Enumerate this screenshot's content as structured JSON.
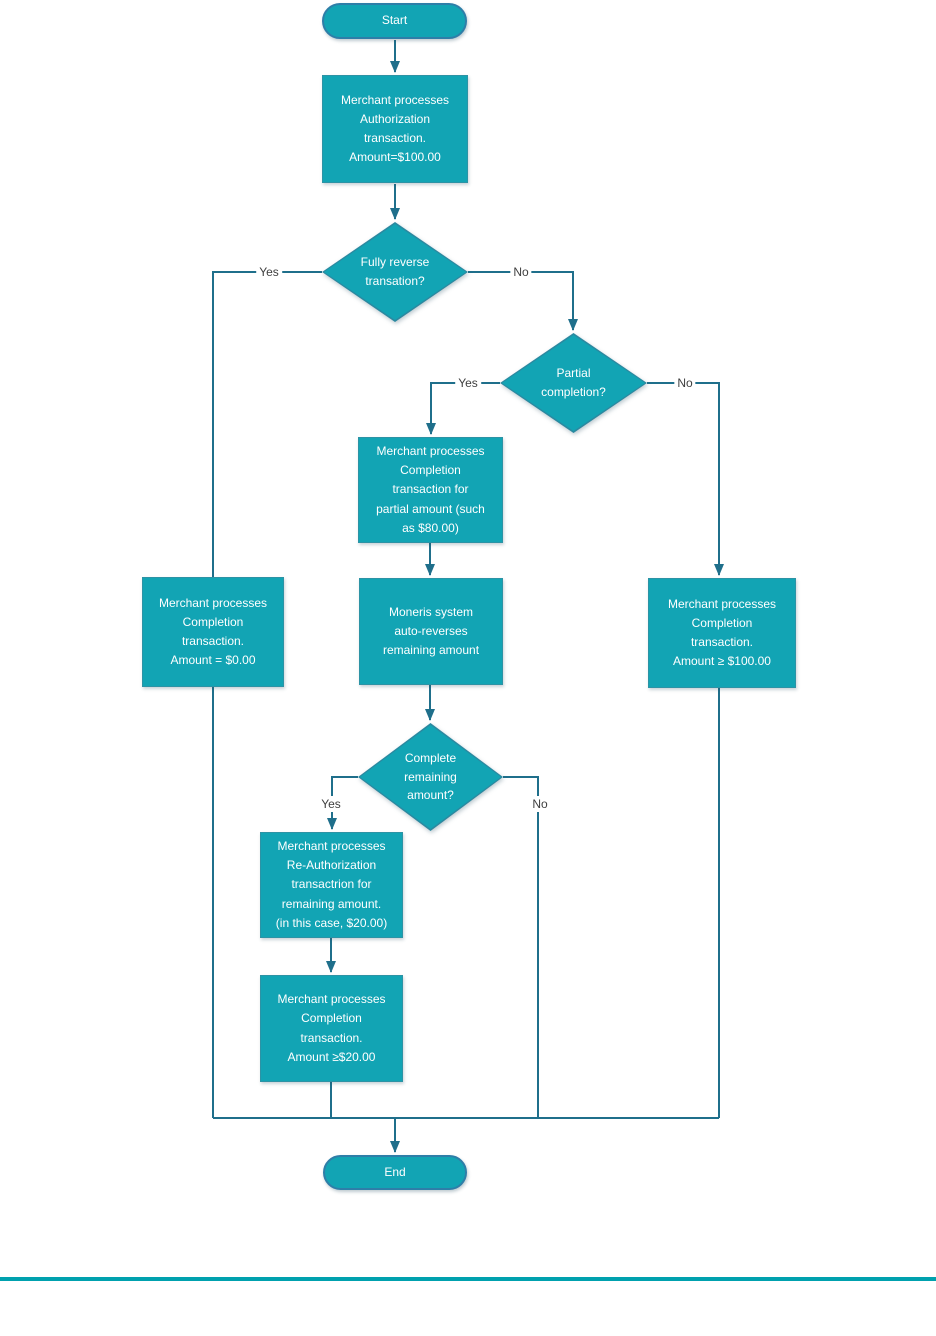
{
  "flowchart": {
    "description": "Pre-authorization completion flowchart",
    "nodes": {
      "start": {
        "type": "terminator",
        "label": "Start"
      },
      "authorization": {
        "type": "process",
        "label": "Merchant processes\nAuthorization\ntransaction.\nAmount=$100.00"
      },
      "fully_reverse": {
        "type": "decision",
        "label": "Fully reverse\ntransation?"
      },
      "completion_zero": {
        "type": "process",
        "label": "Merchant processes\nCompletion\ntransaction.\nAmount = $0.00"
      },
      "partial_completion": {
        "type": "decision",
        "label": "Partial\ncompletion?"
      },
      "partial_amount": {
        "type": "process",
        "label": "Merchant processes\nCompletion\ntransaction for\npartial amount (such\nas $80.00)"
      },
      "auto_reverse": {
        "type": "process",
        "label": "Moneris system\nauto-reverses\nremaining amount"
      },
      "completion_full": {
        "type": "process",
        "label": "Merchant processes\nCompletion\ntransaction.\nAmount ≥ $100.00"
      },
      "complete_remaining": {
        "type": "decision",
        "label": "Complete\nremaining\namount?"
      },
      "reauthorization": {
        "type": "process",
        "label": "Merchant processes\nRe-Authorization\ntransactrion for\nremaining amount.\n(in this case, $20.00)"
      },
      "completion_twenty": {
        "type": "process",
        "label": "Merchant processes\nCompletion\ntransaction.\nAmount ≥$20.00"
      },
      "end": {
        "type": "terminator",
        "label": "End"
      }
    },
    "edge_labels": {
      "d1_yes": "Yes",
      "d1_no": "No",
      "d2_yes": "Yes",
      "d2_no": "No",
      "d3_yes": "Yes",
      "d3_no": "No"
    },
    "colors": {
      "node_fill": "#12a4b4",
      "node_border": "#2b89a0",
      "terminator_border": "#2e7ea8",
      "connector": "#1f6f8b",
      "edge_label_text": "#3f3f3f",
      "node_text": "#ffffff",
      "footer_divider": "#00a1ae"
    }
  }
}
